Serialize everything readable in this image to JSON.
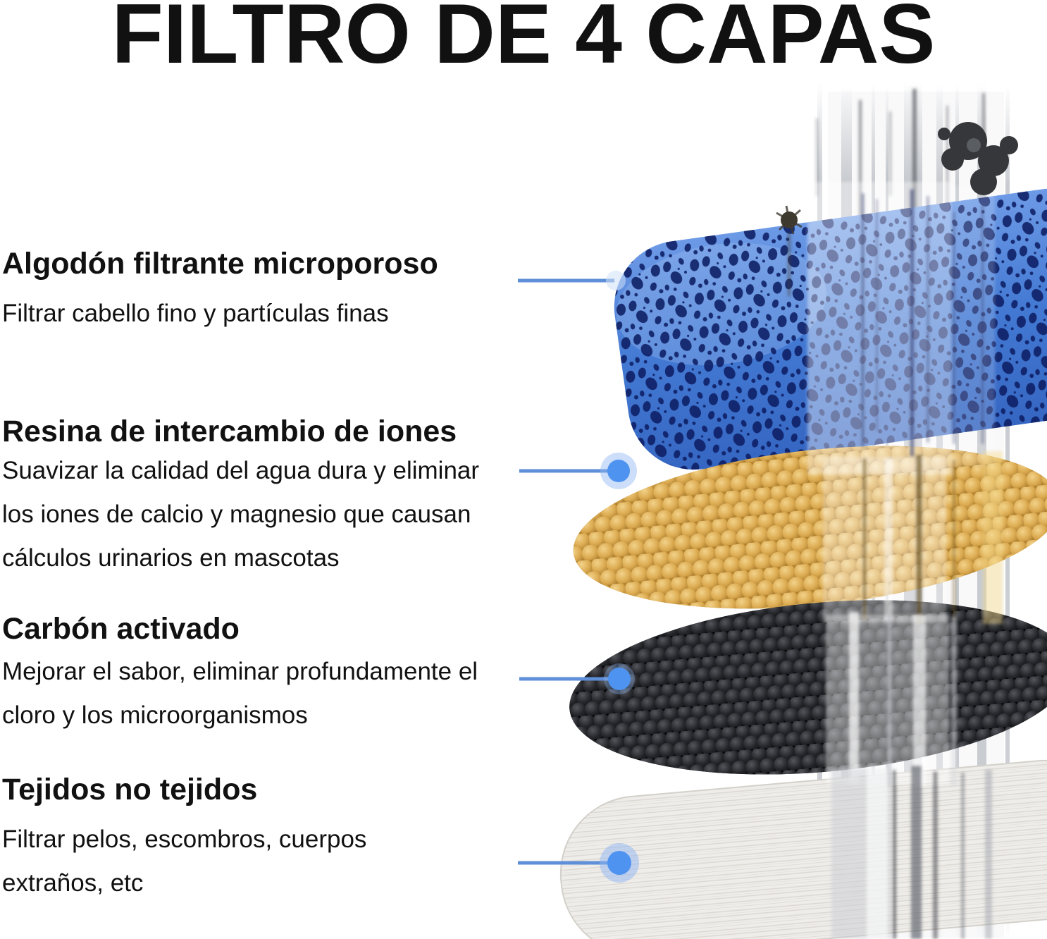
{
  "title": "FILTRO DE 4 CAPAS",
  "sections": [
    {
      "heading": "Algodón filtrante microporoso",
      "lines": [
        "Filtrar cabello fino y partículas finas"
      ]
    },
    {
      "heading": "Resina de intercambio de iones",
      "lines": [
        "Suavizar la calidad del agua dura y eliminar",
        "los iones de calcio y magnesio que causan",
        "cálculos urinarios en mascotas"
      ]
    },
    {
      "heading": "Carbón activado",
      "lines": [
        "Mejorar el sabor, eliminar profundamente el",
        "cloro y los microorganismos"
      ]
    },
    {
      "heading": "Tejidos no tejidos",
      "lines": [
        "Filtrar pelos, escombros, cuerpos",
        "extraños, etc"
      ]
    }
  ],
  "diagram": {
    "layers": [
      {
        "name": "microporous-filter-cotton",
        "color": "#4379d3"
      },
      {
        "name": "ion-exchange-resin",
        "color": "#d9a94f"
      },
      {
        "name": "activated-carbon",
        "color": "#1c1c1e"
      },
      {
        "name": "non-woven-fabric",
        "color": "#efedea"
      }
    ],
    "leader_line_color": "#5e8fd8",
    "leader_dot_color": "#4f93f0"
  },
  "colors": {
    "background": "#ffffff",
    "text": "#111111",
    "sponge_pore_navy": "#0c1d63",
    "water_stream_gray": "#9aa0a8"
  }
}
